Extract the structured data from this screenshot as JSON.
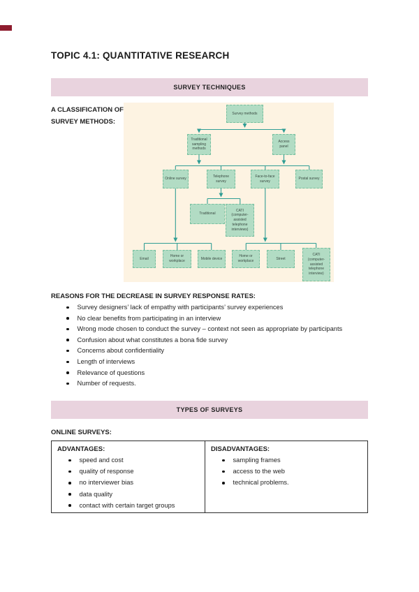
{
  "document": {
    "title": "TOPIC 4.1: QUANTITATIVE RESEARCH"
  },
  "banners": {
    "survey_techniques": "SURVEY TECHNIQUES",
    "types_of_surveys": "TYPES OF SURVEYS"
  },
  "classification": {
    "line1": "A CLASSIFICATION OF",
    "line2": "SURVEY METHODS:"
  },
  "flowchart": {
    "nodes": {
      "survey_methods": "Survey methods",
      "traditional_sampling": "Traditional sampling methods",
      "access_panel": "Access panel",
      "online_survey": "Online survey",
      "telephone_survey": "Telephone survey",
      "face_to_face_survey": "Face-to-face survey",
      "postal_survey": "Postal survey",
      "traditional": "Traditional",
      "cati_telephone": "CATI (computer-assisted telephone interviews)",
      "email": "Email",
      "home_or_workplace_1": "Home or workplace",
      "mobile_device": "Mobile device",
      "home_or_workplace_2": "Home or workplace",
      "street": "Street",
      "cati_face_to_face": "CATI (computer-assisted telephone interview)"
    },
    "colors": {
      "panel_background": "#fdf3e2",
      "node_fill": "#b2dcc4",
      "node_border": "#76bf9e",
      "connector": "#2f9d94"
    }
  },
  "reasons": {
    "heading": "REASONS FOR THE DECREASE IN SURVEY RESPONSE RATES:",
    "items": [
      "Survey designers’ lack of empathy with participants’ survey experiences",
      "No clear benefits from participating in an interview",
      "Wrong mode chosen to conduct the survey – context not seen as appropriate by participants",
      "Confusion about what constitutes a bona fide survey",
      "Concerns about confidentiality",
      "Length of interviews",
      "Relevance of questions",
      "Number of requests."
    ]
  },
  "online_surveys": {
    "heading": "ONLINE SURVEYS:",
    "advantages": {
      "heading": "ADVANTAGES:",
      "items": [
        "speed and cost",
        "quality of response",
        "no interviewer bias",
        "data quality",
        "contact with certain target groups"
      ]
    },
    "disadvantages": {
      "heading": "DISADVANTAGES:",
      "items": [
        "sampling frames",
        "access to the web",
        "technical problems."
      ]
    }
  },
  "colors": {
    "banner_background": "#e9d3de",
    "bookmark": "#8e1c2e",
    "text": "#1f1f1f"
  }
}
